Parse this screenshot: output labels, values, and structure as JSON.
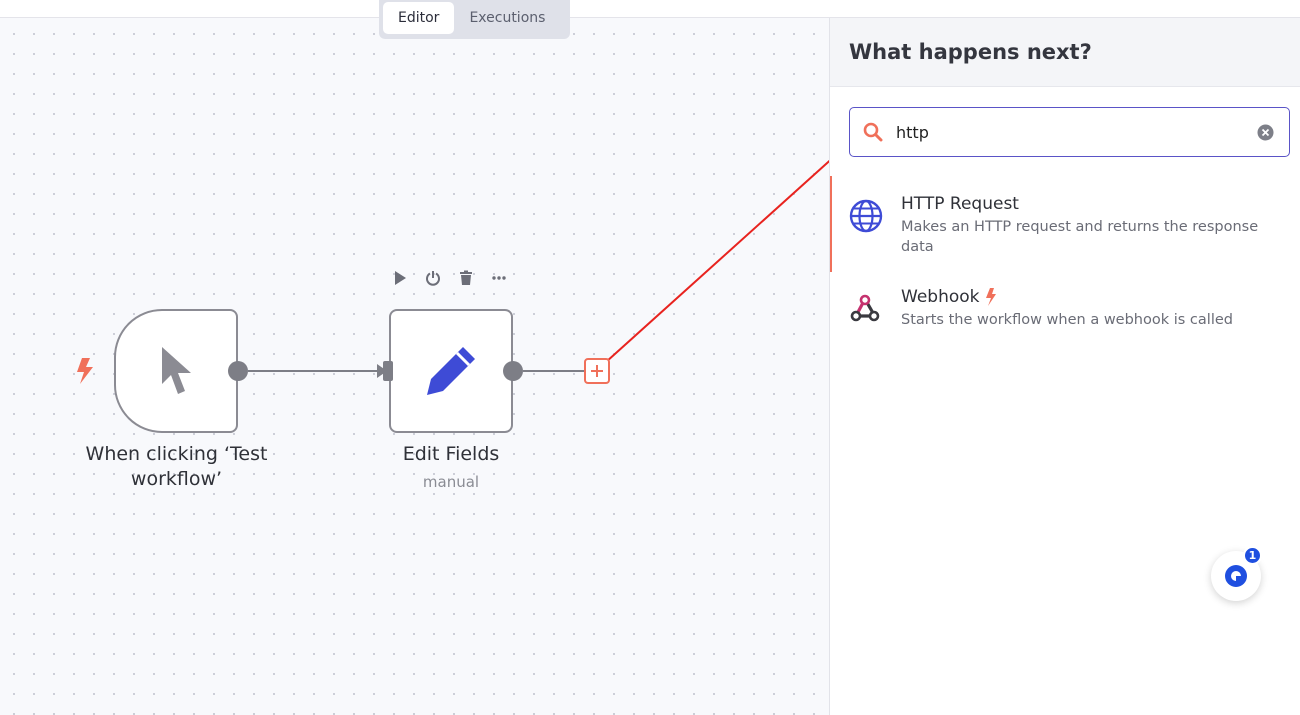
{
  "tabs": [
    {
      "label": "Editor",
      "active": true
    },
    {
      "label": "Executions",
      "active": false
    }
  ],
  "nodes": {
    "trigger": {
      "label": "When clicking ‘Test workflow’",
      "icon": "cursor-arrow-icon"
    },
    "edit_fields": {
      "label": "Edit Fields",
      "sublabel": "manual",
      "icon": "pencil-icon"
    }
  },
  "node_toolbar": [
    "play-icon",
    "power-icon",
    "trash-icon",
    "more-horizontal-icon"
  ],
  "panel": {
    "title": "What happens next?",
    "search": {
      "value": "http",
      "placeholder": ""
    },
    "results": [
      {
        "title": "HTTP Request",
        "description": "Makes an HTTP request and returns the response data",
        "icon": "globe-icon",
        "selected": true
      },
      {
        "title": "Webhook",
        "description": "Starts the workflow when a webhook is called",
        "icon": "webhook-icon",
        "trigger": true
      }
    ]
  },
  "chat": {
    "badge": "1"
  },
  "colors": {
    "accent": "#f0705a",
    "primary": "#5a54c7",
    "pencil": "#3e4bd6",
    "annotation": "#e8231f"
  }
}
